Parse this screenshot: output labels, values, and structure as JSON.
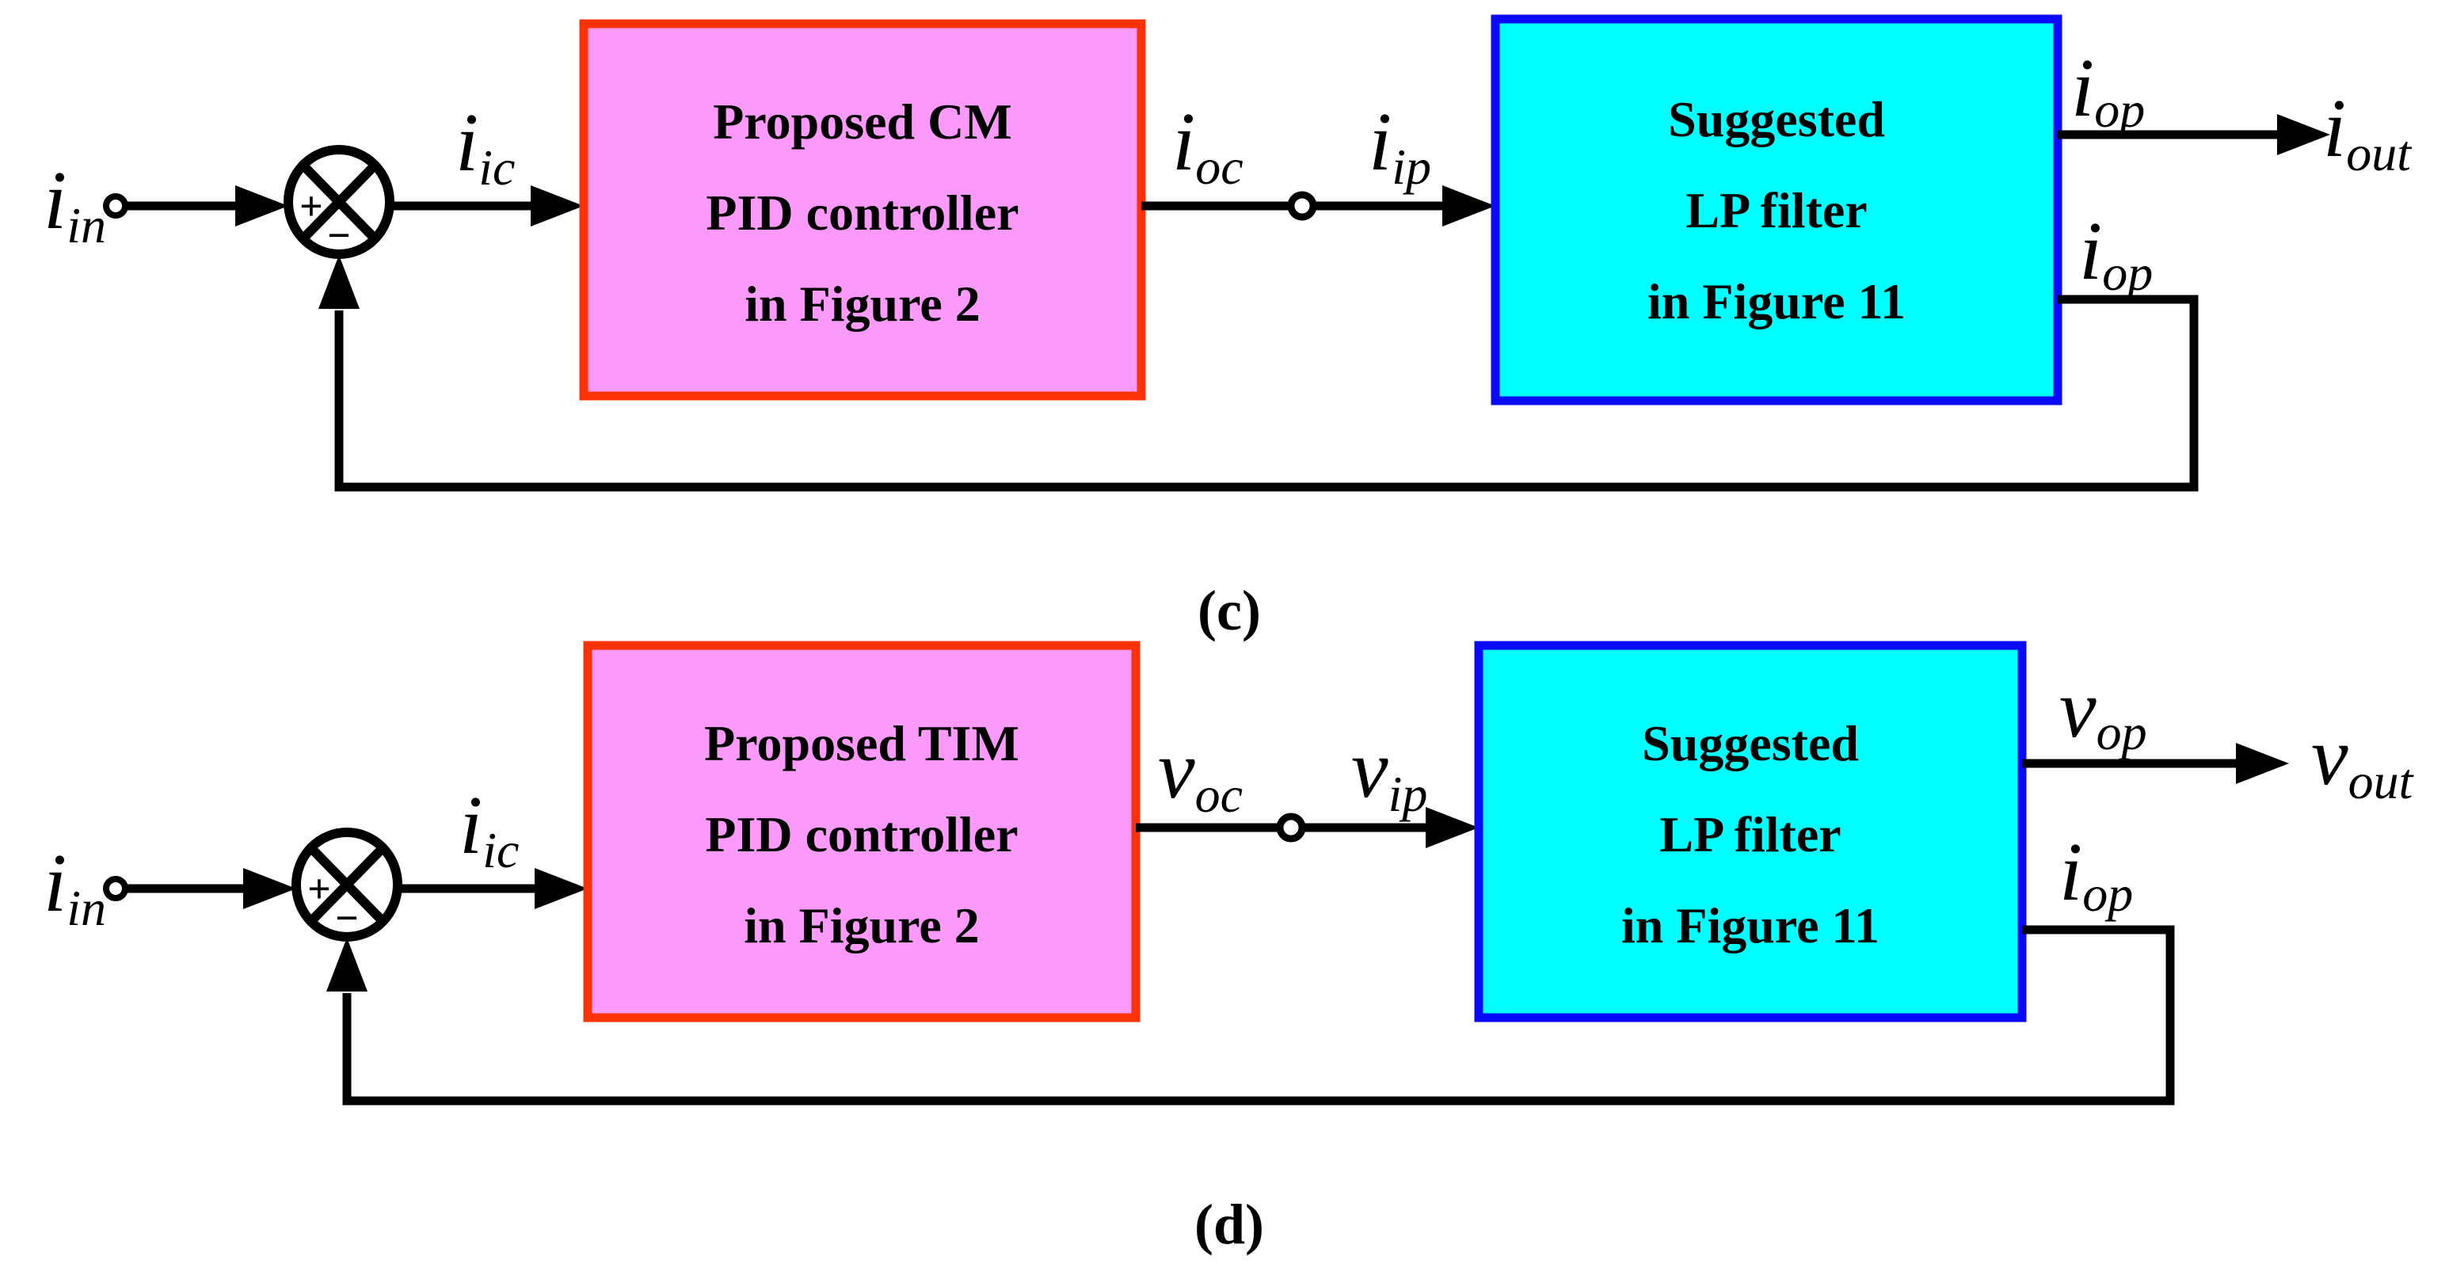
{
  "figure": {
    "colors": {
      "controller_fill": "#FB9AFB",
      "controller_border": "#FA3205",
      "filter_fill": "#00FFFF",
      "filter_border": "#0A0AF8",
      "line": "#000000",
      "background": "#FFFFFF"
    },
    "diagrams": [
      {
        "caption": "(c)",
        "sum": {
          "plus": "+",
          "minus": "−"
        },
        "labels": {
          "input": {
            "main": "i",
            "sub": "in"
          },
          "control_in": {
            "main": "i",
            "sub": "ic"
          },
          "controller_out": {
            "main": "i",
            "sub": "oc"
          },
          "filter_in": {
            "main": "i",
            "sub": "ip"
          },
          "output_top": {
            "main": "i",
            "sub": "op"
          },
          "output_final": {
            "main": "i",
            "sub": "out"
          },
          "feedback": {
            "main": "i",
            "sub": "op"
          }
        },
        "controller": {
          "line1": "Proposed CM",
          "line2": "PID controller",
          "line3": "in Figure 2"
        },
        "filter": {
          "line1": "Suggested",
          "line2": "LP filter",
          "line3": "in Figure 11"
        }
      },
      {
        "caption": "(d)",
        "sum": {
          "plus": "+",
          "minus": "−"
        },
        "labels": {
          "input": {
            "main": "i",
            "sub": "in"
          },
          "control_in": {
            "main": "i",
            "sub": "ic"
          },
          "controller_out": {
            "main": "v",
            "sub": "oc"
          },
          "filter_in": {
            "main": "v",
            "sub": "ip"
          },
          "output_top": {
            "main": "v",
            "sub": "op"
          },
          "output_final": {
            "main": "v",
            "sub": "out"
          },
          "feedback": {
            "main": "i",
            "sub": "op"
          }
        },
        "controller": {
          "line1": "Proposed TIM",
          "line2": "PID controller",
          "line3": "in Figure 2"
        },
        "filter": {
          "line1": "Suggested",
          "line2": "LP filter",
          "line3": "in Figure 11"
        }
      }
    ]
  }
}
